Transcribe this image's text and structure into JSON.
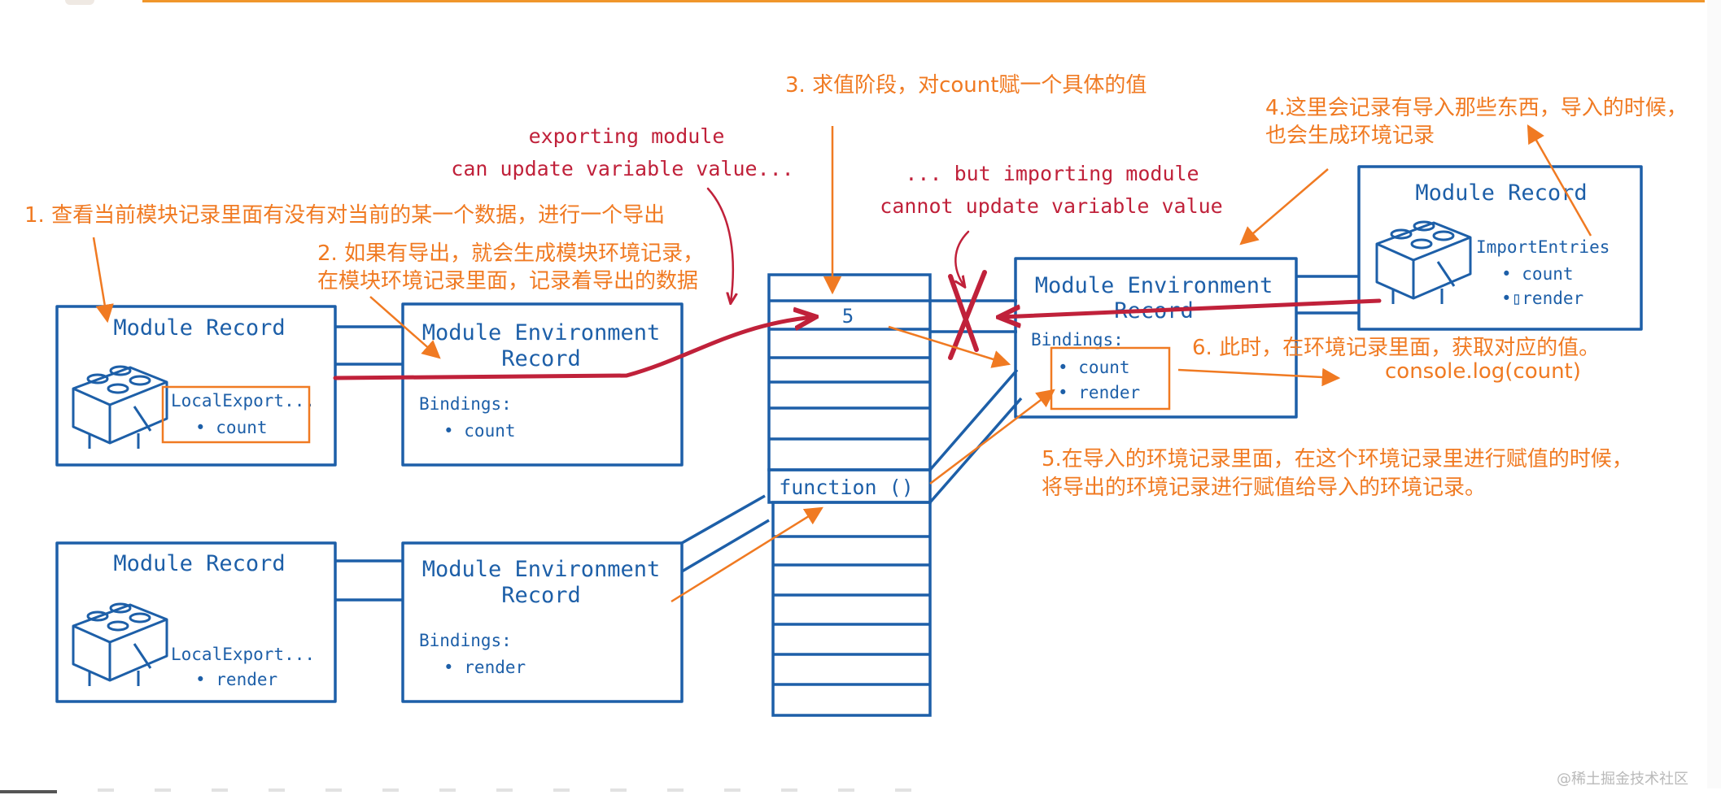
{
  "colors": {
    "blue": "#1d5fa8",
    "red": "#c0213a",
    "orange": "#f07a22",
    "accent_bar": "#f0962b",
    "watermark": "#b9b9b9"
  },
  "diagram": {
    "module1": {
      "record_title": "Module Record",
      "entries_label": "LocalExport...",
      "entries_item": "• count",
      "env_title_1": "Module Environment",
      "env_title_2": "Record",
      "bindings_label": "Bindings:",
      "bindings_item": "• count"
    },
    "module2": {
      "record_title": "Module Record",
      "entries_label": "LocalExport...",
      "entries_item": "• render",
      "env_title_1": "Module Environment",
      "env_title_2": "Record",
      "bindings_label": "Bindings:",
      "bindings_item": "• render"
    },
    "importing": {
      "record_title": "Module Record",
      "entries_label": "ImportEntries",
      "entries_item_1": "• count",
      "entries_item_2": "•▯render",
      "env_title_1": "Module Environment",
      "env_title_2": "Record",
      "bindings_label": "Bindings:",
      "bindings_item_1": "• count",
      "bindings_item_2": "• render"
    },
    "memory": {
      "value": "5",
      "function_label": "function ()"
    },
    "red_notes": {
      "exporting_line_1": "exporting module",
      "exporting_line_2": "can update variable value...",
      "importing_line_1": "... but importing module",
      "importing_line_2": "cannot update variable value"
    }
  },
  "annotations": {
    "note1": "1. 查看当前模块记录里面有没有对当前的某一个数据，进行一个导出",
    "note2_line1": "2. 如果有导出，就会生成模块环境记录，",
    "note2_line2": "在模块环境记录里面，记录着导出的数据",
    "note3": "3. 求值阶段，对count赋一个具体的值",
    "note4_line1": "4.这里会记录有导入那些东西，导入的时候，",
    "note4_line2": "也会生成环境记录",
    "note5_line1": "5.在导入的环境记录里面，在这个环境记录里进行赋值的时候，",
    "note5_line2": "将导出的环境记录进行赋值给导入的环境记录。",
    "note6": "6. 此时，在环境记录里面，获取对应的值。",
    "console_log": "console.log(count)"
  },
  "watermark": "@稀土掘金技术社区"
}
